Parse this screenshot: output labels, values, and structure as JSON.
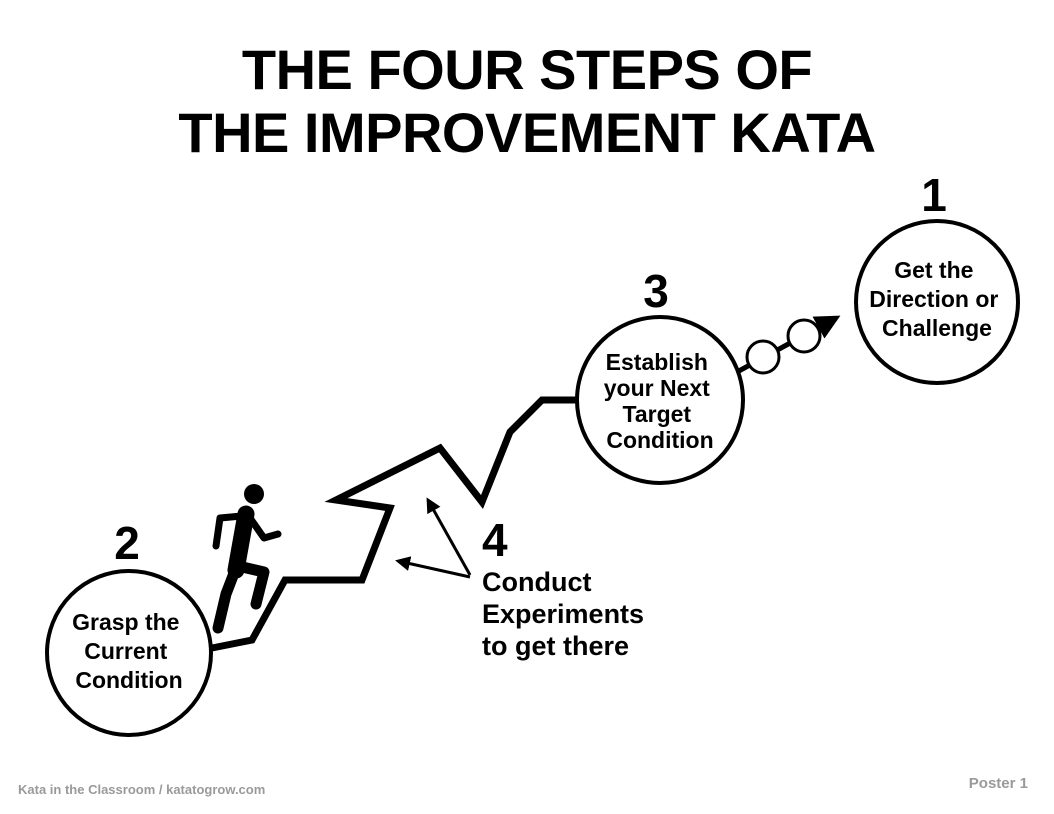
{
  "title": {
    "line1": "THE FOUR STEPS OF",
    "line2": "THE IMPROVEMENT KATA"
  },
  "steps": {
    "step1": {
      "number": "1",
      "lines": [
        "Get the",
        "Direction or",
        "Challenge"
      ]
    },
    "step2": {
      "number": "2",
      "lines": [
        "Grasp the",
        "Current",
        "Condition"
      ]
    },
    "step3": {
      "number": "3",
      "lines": [
        "Establish",
        "your Next",
        "Target",
        "Condition"
      ]
    },
    "step4": {
      "number": "4",
      "lines": [
        "Conduct",
        "Experiments",
        "to get there"
      ]
    }
  },
  "icons": {
    "walker": "walking-person-icon",
    "arrows": "arrow-icon"
  },
  "colors": {
    "ink": "#000000",
    "footer": "#9a9a9a",
    "background": "#ffffff"
  },
  "footer": {
    "credit": "Kata in the Classroom / katatogrow.com",
    "poster": "Poster 1"
  }
}
